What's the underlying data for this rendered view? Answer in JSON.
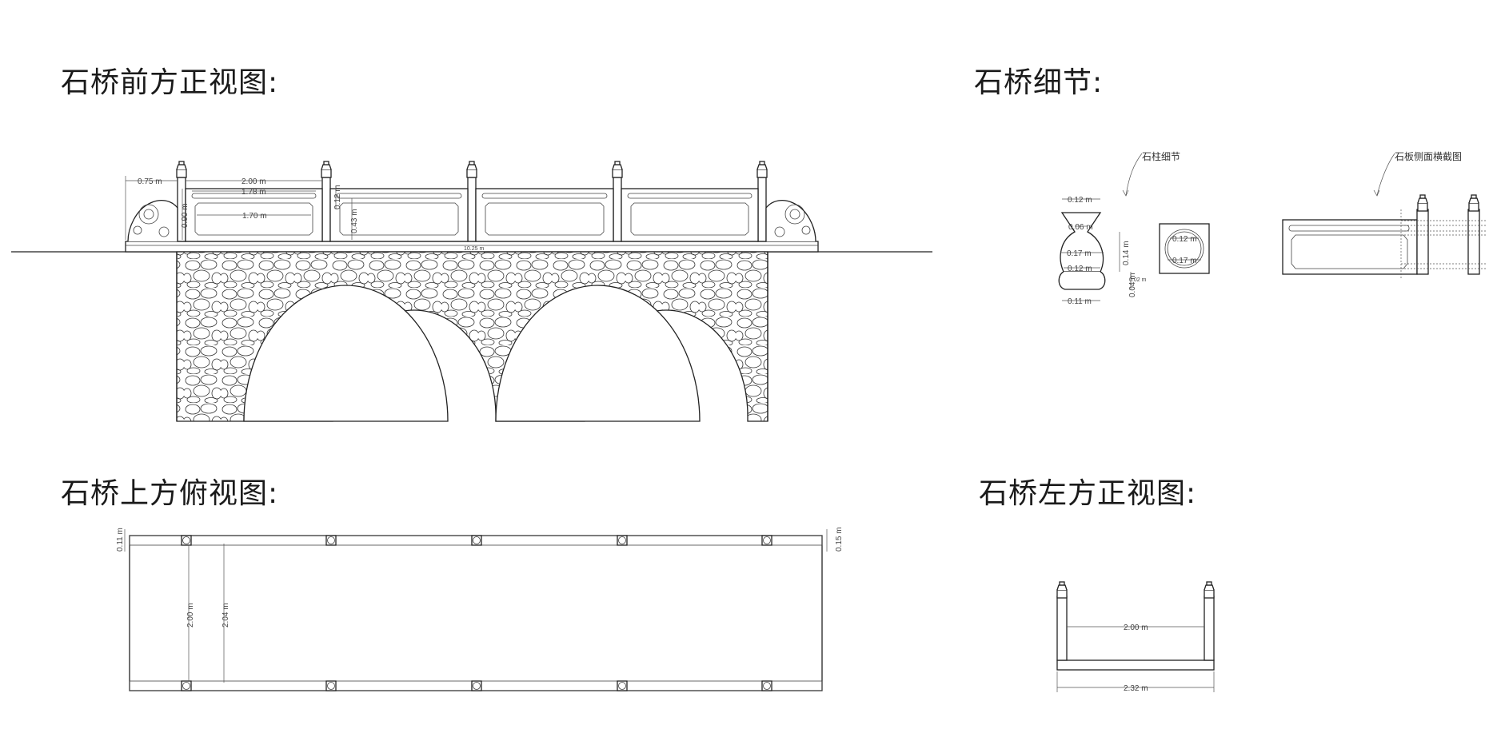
{
  "titles": {
    "front": "石桥前方正视图:",
    "detail": "石桥细节:",
    "top": "石桥上方俯视图:",
    "left": "石桥左方正视图:"
  },
  "detail_labels": {
    "pillar": "石柱细节",
    "slab": "石板侧面横截图"
  },
  "front_dims": {
    "d075": "0.75 m",
    "d200": "2.00 m",
    "d178": "1.78 m",
    "d170": "1.70 m",
    "d090": "0.90 m",
    "d043": "0.43 m",
    "d012v": "0.12 m",
    "d1025": "10.25 m"
  },
  "pillar_dims": {
    "top": "0.12 m",
    "neck": "0.06 m",
    "body": "0.17 m",
    "base": "0.12 m",
    "foot": "0.11 m",
    "height": "0.14 m",
    "base_h": "0.04 m",
    "small": "0.02 m",
    "circle_inner": "0.12 m",
    "circle_outer": "0.17 m"
  },
  "top_dims": {
    "left_edge": "0.11 m",
    "right_edge": "0.15 m",
    "inner": "2.00 m",
    "outer": "2.04 m"
  },
  "left_dims": {
    "inner": "2.00 m",
    "outer": "2.32 m"
  }
}
